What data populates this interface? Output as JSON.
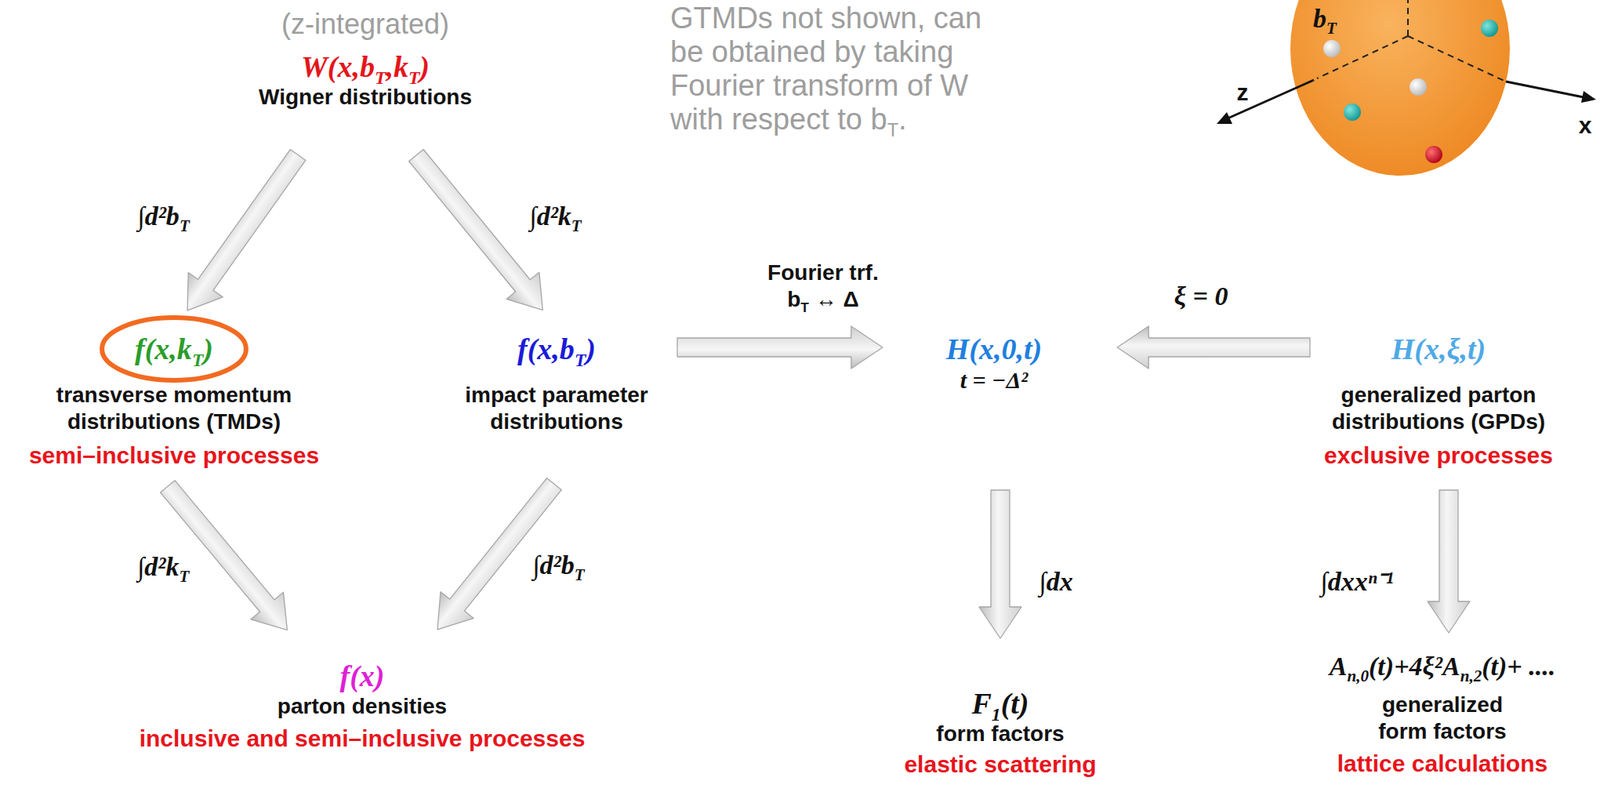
{
  "diagram": {
    "nodes": [
      {
        "text": [
          "W(x,bT,kT)",
          "Wigner distributions"
        ]
      },
      {
        "text": [
          "f(x,kT)",
          "transverse momentum distributions (TMDs)",
          "semi–inclusive processes"
        ]
      },
      {
        "text": [
          "f(x,bT)",
          "impact parameter distributions"
        ]
      },
      {
        "text": [
          "H(x,0,t)",
          "t = −Δ²"
        ]
      },
      {
        "text": [
          "H(x,ξ,t)",
          "generalized parton distributions (GPDs)",
          "exclusive processes"
        ]
      },
      {
        "text": [
          "f(x)",
          "parton densities",
          "inclusive and semi–inclusive processes"
        ]
      },
      {
        "text": [
          "F1(t)",
          "form factors",
          "elastic scattering"
        ]
      },
      {
        "text": [
          "An,0(t)+4ξ²An,2(t)+ ....",
          "generalized form factors",
          "lattice calculations"
        ]
      }
    ],
    "edges": [
      {
        "from": 0,
        "to": 1,
        "label": "∫d²bT",
        "arrow": "to"
      },
      {
        "from": 0,
        "to": 2,
        "label": "∫d²kT",
        "arrow": "to"
      },
      {
        "from": 1,
        "to": 5,
        "label": "∫d²kT",
        "arrow": "to"
      },
      {
        "from": 2,
        "to": 5,
        "label": "∫d²bT",
        "arrow": "to"
      },
      {
        "from": 2,
        "to": 3,
        "label": "Fourier trf. bT ↔ Δ",
        "arrow": "to"
      },
      {
        "from": 4,
        "to": 3,
        "label": "ξ = 0",
        "arrow": "to"
      },
      {
        "from": 3,
        "to": 6,
        "label": "∫dx",
        "arrow": "to"
      },
      {
        "from": 4,
        "to": 7,
        "label": "∫dxxⁿ⁻¹",
        "arrow": "to"
      }
    ],
    "labels": [
      "(z-integrated)",
      "GTMDs not shown, can be obtained by taking Fourier transform of W with respect to bT.",
      "bT",
      "z",
      "x"
    ]
  }
}
